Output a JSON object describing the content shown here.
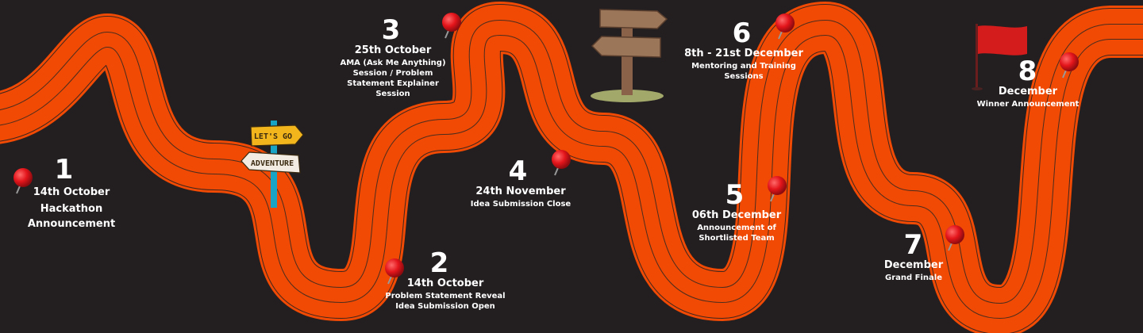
{
  "signs": {
    "lets_go": "LET'S GO",
    "adventure": "ADVENTURE"
  },
  "colors": {
    "background": "#231f20",
    "track": "#f04a05",
    "track_line": "#3a2a20",
    "pin": "#e3151b",
    "flag": "#d51c1c"
  },
  "milestones": [
    {
      "number": "1",
      "date": "14th October",
      "desc": "Hackathon\nAnnouncement"
    },
    {
      "number": "2",
      "date": "14th October",
      "desc": "Problem Statement Reveal\nIdea Submission Open"
    },
    {
      "number": "3",
      "date": "25th October",
      "desc": "AMA (Ask Me Anything)\nSession / Problem\nStatement Explainer\nSession"
    },
    {
      "number": "4",
      "date": "24th November",
      "desc": "Idea Submission Close"
    },
    {
      "number": "5",
      "date": "06th December",
      "desc": "Announcement of\nShortlisted Team"
    },
    {
      "number": "6",
      "date": "8th - 21st December",
      "desc": "Mentoring and Training\nSessions"
    },
    {
      "number": "7",
      "date": "December",
      "desc": "Grand Finale"
    },
    {
      "number": "8",
      "date": "December",
      "desc": "Winner Announcement"
    }
  ]
}
